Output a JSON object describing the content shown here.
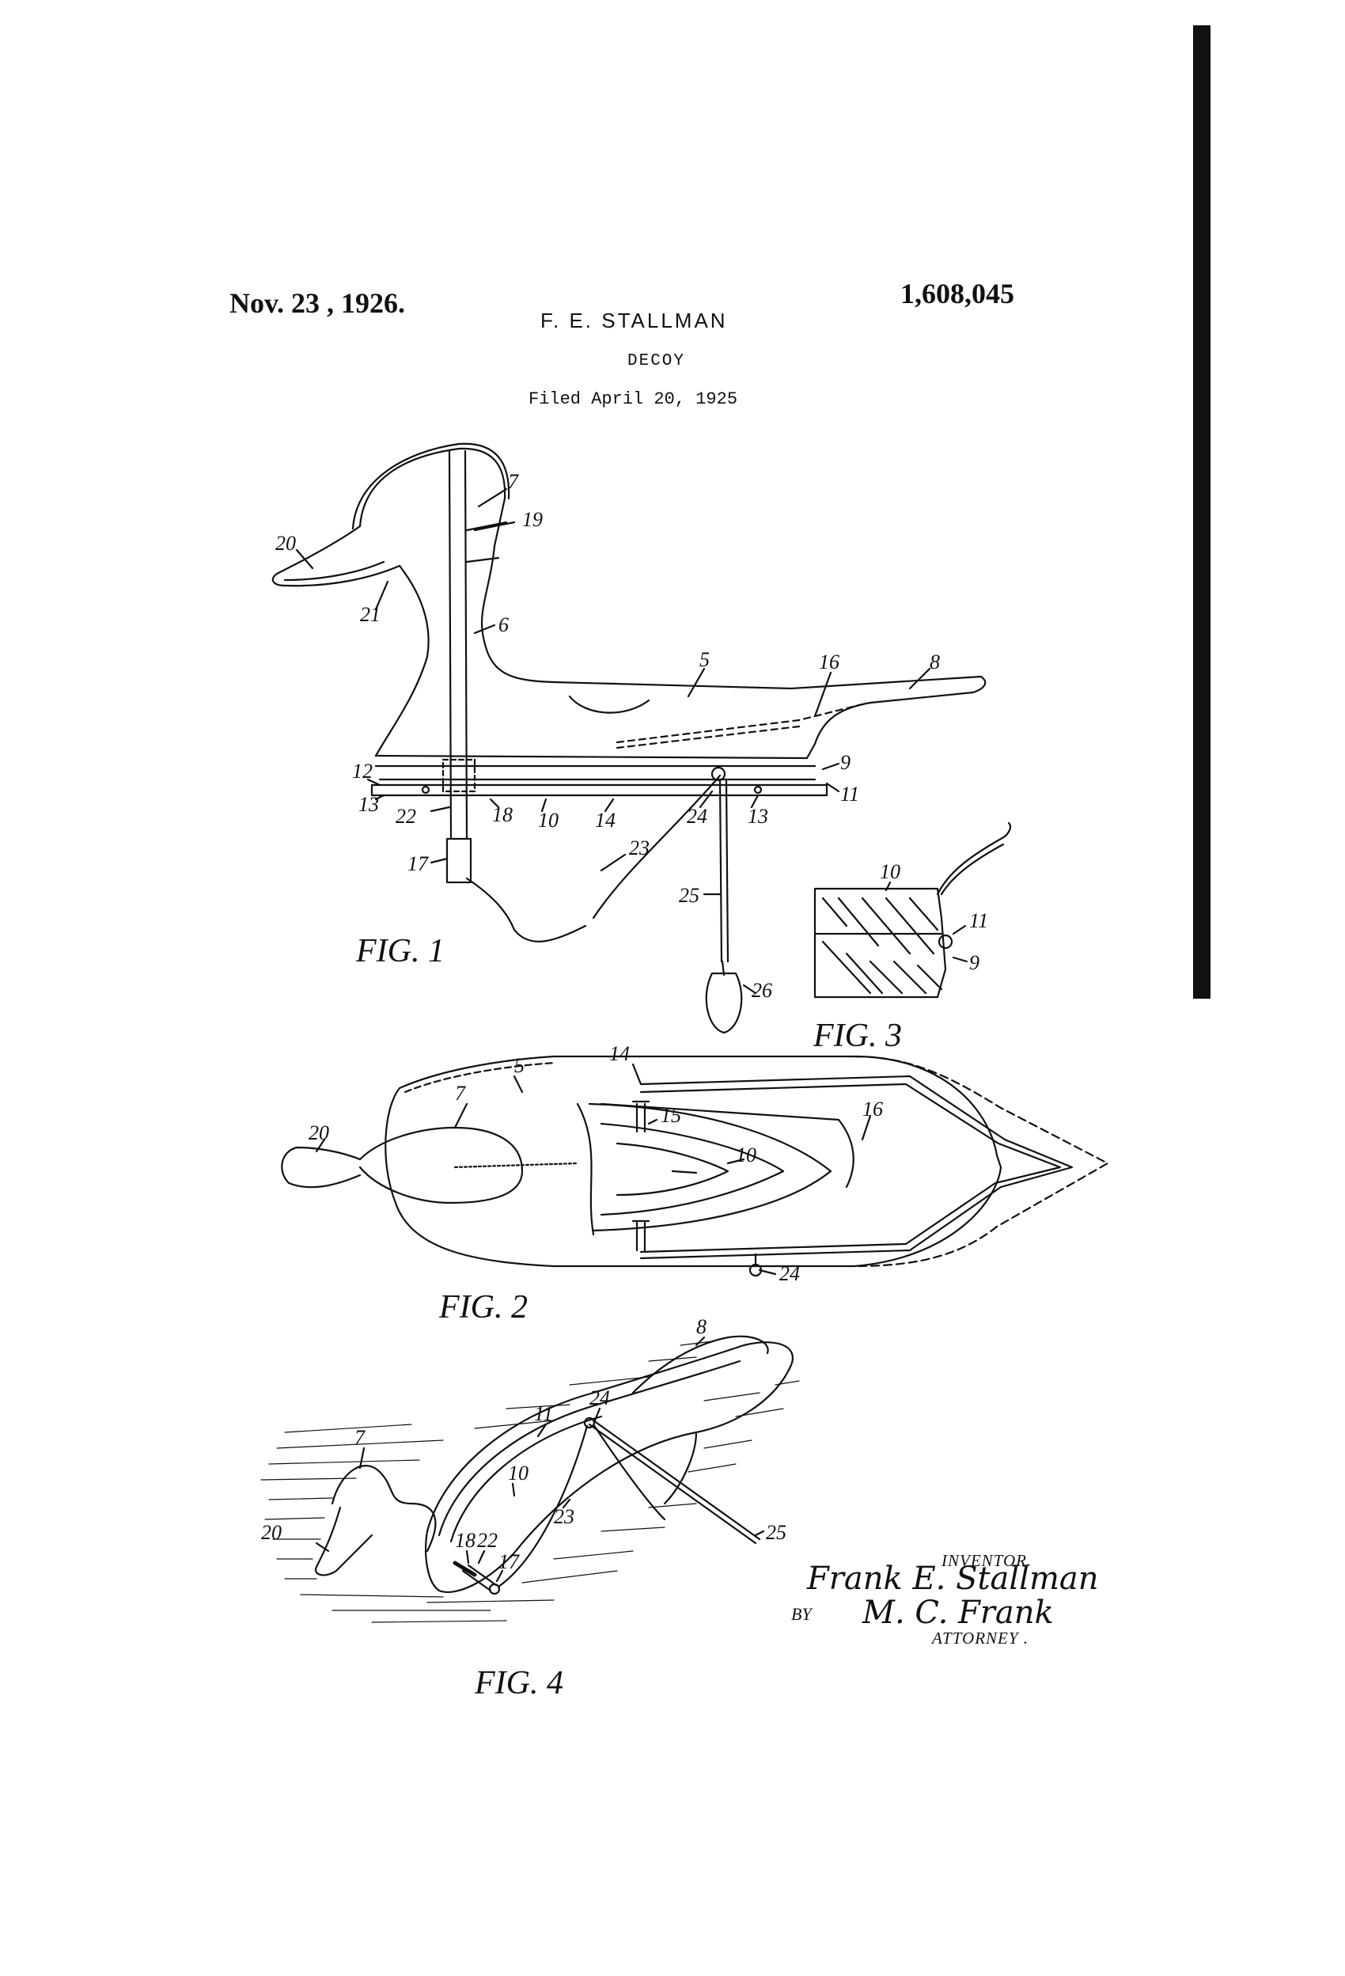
{
  "header": {
    "date": "Nov. 23 , 1926.",
    "patent_number": "1,608,045",
    "inventor": "F. E. STALLMAN",
    "title": "DECOY",
    "filed": "Filed April 20, 1925"
  },
  "figures": [
    {
      "label": "FIG. 1"
    },
    {
      "label": "FIG. 2"
    },
    {
      "label": "FIG. 3"
    },
    {
      "label": "FIG. 4"
    }
  ],
  "fig1_refs": [
    "7",
    "19",
    "20",
    "21",
    "6",
    "5",
    "16",
    "8",
    "9",
    "11",
    "12",
    "13",
    "22",
    "18",
    "10",
    "14",
    "24",
    "13",
    "17",
    "23",
    "25",
    "26"
  ],
  "fig2_refs": [
    "5",
    "14",
    "7",
    "15",
    "20",
    "10",
    "16",
    "24"
  ],
  "fig3_refs": [
    "10",
    "11",
    "9"
  ],
  "fig4_refs": [
    "8",
    "24",
    "11",
    "7",
    "20",
    "10",
    "23",
    "25",
    "18",
    "22",
    "17"
  ],
  "signature": {
    "inventor_label": "INVENTOR.",
    "inventor_signature": "Frank E. Stallman",
    "by": "BY",
    "attorney_signature": "M. C. Frank",
    "attorney_label": "ATTORNEY ."
  }
}
